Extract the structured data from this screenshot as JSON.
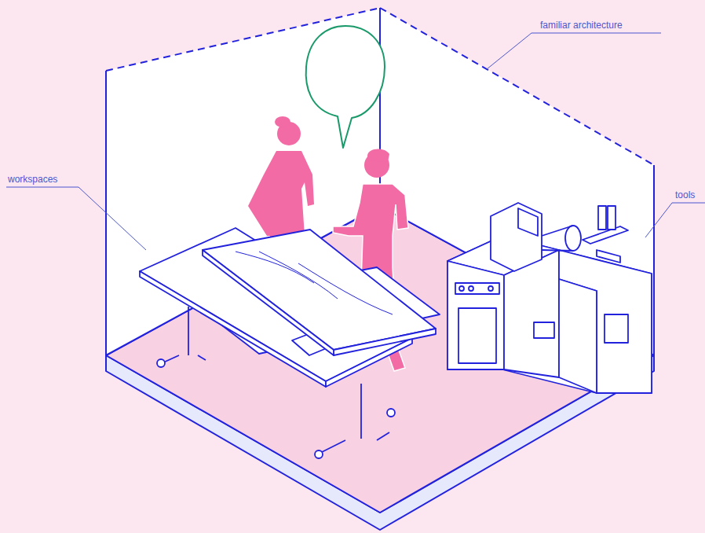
{
  "diagram": {
    "labels": [
      "familiar architecture",
      "workspaces",
      "tools"
    ]
  }
}
